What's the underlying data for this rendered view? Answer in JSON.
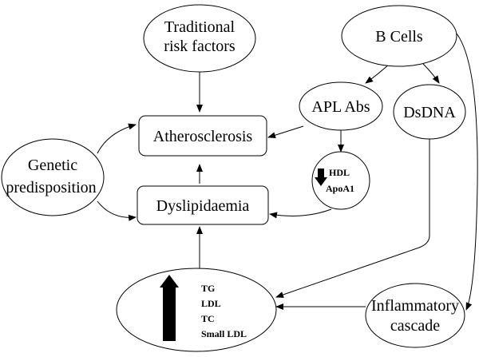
{
  "nodes": {
    "traditional_risk_factors": [
      "Traditional",
      "risk factors"
    ],
    "b_cells": "B Cells",
    "apl_abs": "APL Abs",
    "dsdna": "DsDNA",
    "atherosclerosis": "Atherosclerosis",
    "genetic_predisposition": [
      "Genetic",
      "predisposition"
    ],
    "hdl_apoa1": [
      "HDL",
      "ApoA1"
    ],
    "dyslipidaemia": "Dyslipidaemia",
    "lipids": [
      "TG",
      "LDL",
      "TC",
      "Small LDL"
    ],
    "inflammatory_cascade": [
      "Inflammatory",
      "cascade"
    ]
  },
  "indicators": {
    "hdl_apoa1": "down-arrow-icon",
    "lipids": "up-arrow-icon"
  }
}
